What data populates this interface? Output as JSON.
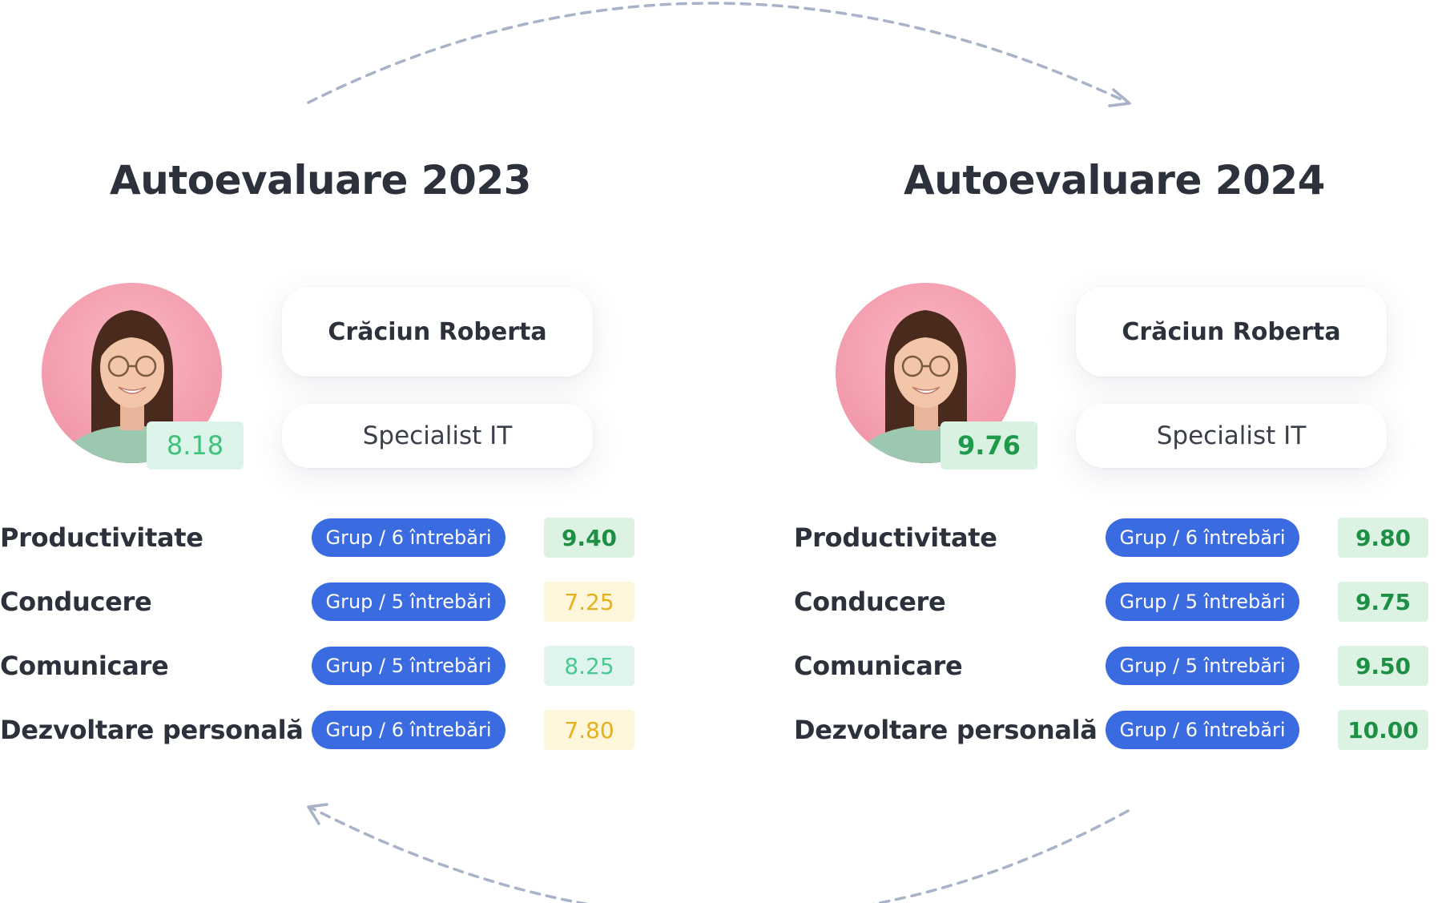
{
  "colors": {
    "arrow": "#a8b3c8",
    "badge_bg": "#3a6be0",
    "green": "#1f8f45",
    "mint": "#47c990",
    "yellow": "#e5b019",
    "text": "#2c313c"
  },
  "panels": [
    {
      "title": "Autoevaluare 2023",
      "name": "Crăciun Roberta",
      "role": "Specialist IT",
      "overall_score": "8.18",
      "rows": [
        {
          "label": "Productivitate",
          "group": "Grup / 6 întrebări",
          "score": "9.40",
          "tone": "green"
        },
        {
          "label": "Conducere",
          "group": "Grup / 5 întrebări",
          "score": "7.25",
          "tone": "yellow"
        },
        {
          "label": "Comunicare",
          "group": "Grup / 5 întrebări",
          "score": "8.25",
          "tone": "mint"
        },
        {
          "label": "Dezvoltare personală",
          "group": "Grup / 6 întrebări",
          "score": "7.80",
          "tone": "yellow"
        }
      ]
    },
    {
      "title": "Autoevaluare 2024",
      "name": "Crăciun Roberta",
      "role": "Specialist IT",
      "overall_score": "9.76",
      "rows": [
        {
          "label": "Productivitate",
          "group": "Grup / 6 întrebări",
          "score": "9.80",
          "tone": "green"
        },
        {
          "label": "Conducere",
          "group": "Grup / 5 întrebări",
          "score": "9.75",
          "tone": "green"
        },
        {
          "label": "Comunicare",
          "group": "Grup / 5 întrebări",
          "score": "9.50",
          "tone": "green"
        },
        {
          "label": "Dezvoltare personală",
          "group": "Grup / 6 întrebări",
          "score": "10.00",
          "tone": "green"
        }
      ]
    }
  ]
}
